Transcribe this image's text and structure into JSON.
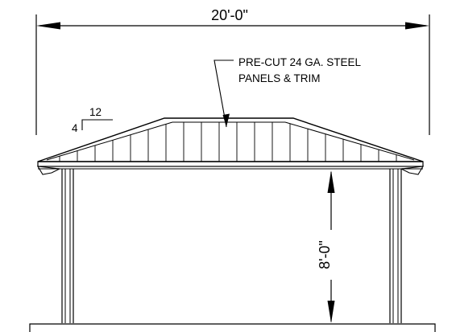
{
  "dimensions": {
    "width_label": "20'-0\"",
    "height_label": "8'-0\""
  },
  "note": {
    "line1": "PRE-CUT 24 GA. STEEL",
    "line2": "PANELS & TRIM"
  },
  "pitch": {
    "rise": "4",
    "run": "12"
  }
}
